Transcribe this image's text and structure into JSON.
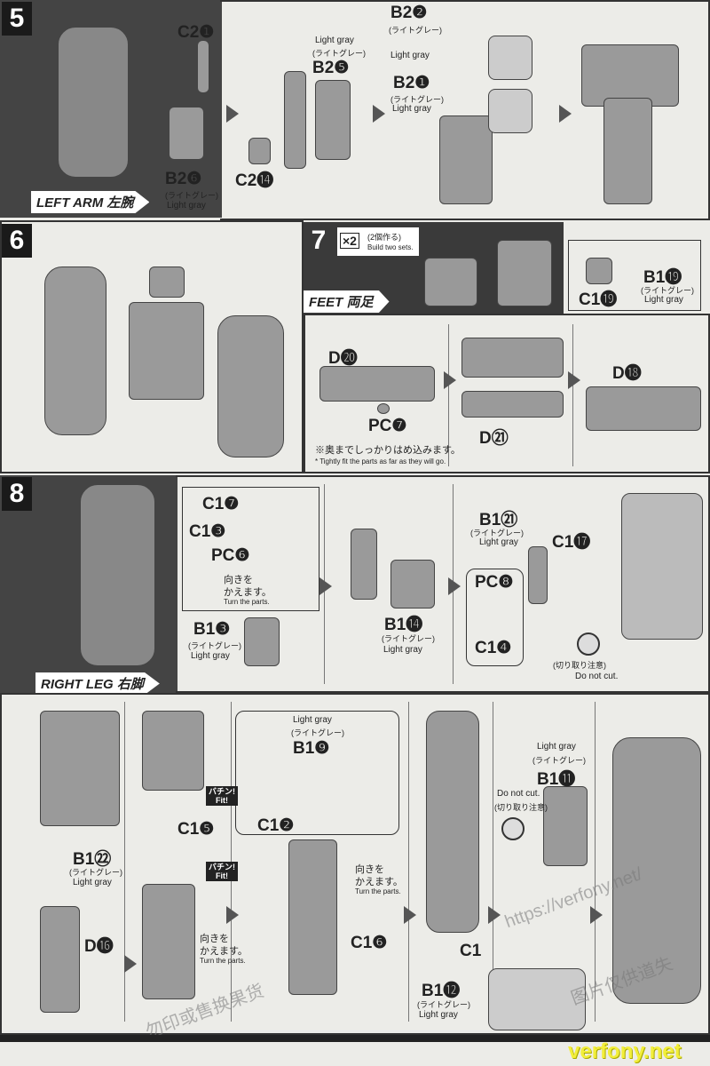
{
  "step5": {
    "num": "5",
    "title": "LEFT ARM 左腕",
    "labels": {
      "c2_1": "C2❶",
      "b2_6": "B2❻",
      "b2_6_jp": "(ライトグレー)",
      "b2_6_en": "Light gray",
      "b2_5_en": "Light gray",
      "b2_5_jp": "(ライトグレー)",
      "b2_5": "B2❺",
      "c2_14": "C2⓮",
      "b2_2": "B2❷",
      "b2_2_jp": "(ライトグレー)",
      "b2_2_en": "Light gray",
      "b2_1": "B2❶",
      "b2_1_jp": "(ライトグレー)",
      "b2_1_en": "Light gray",
      "b1_19": "B1⓳",
      "b1_19_jp": "(ライトグレー)",
      "b1_19_en": "Light gray",
      "c1_19": "C1⓳"
    }
  },
  "step6": {
    "num": "6"
  },
  "step7": {
    "num": "7",
    "multiplier": "×2",
    "make_two_jp": "(2個作る)",
    "make_two_en": "Build two sets.",
    "title": "FEET 両足",
    "labels": {
      "d20": "D⓴",
      "pc7": "PC❼",
      "d21": "D㉑",
      "d18": "D⓲"
    },
    "note_jp": "※奥までしっかりはめ込みます。",
    "note_en": "* Tightly fit the parts as far as they will go."
  },
  "step8": {
    "num": "8",
    "title": "RIGHT LEG 右脚",
    "labels": {
      "c1_7": "C1❼",
      "c1_3": "C1❸",
      "pc6": "PC❻",
      "turn_jp1": "向きを",
      "turn_jp2": "かえます。",
      "turn_en": "Turn the parts.",
      "b1_3": "B1❸",
      "b1_3_jp": "(ライトグレー)",
      "b1_3_en": "Light gray",
      "b1_14": "B1⓮",
      "b1_14_jp": "(ライトグレー)",
      "b1_14_en": "Light gray",
      "b1_21": "B1㉑",
      "b1_21_jp": "(ライトグレー)",
      "b1_21_en": "Light gray",
      "c1_17": "C1⓱",
      "pc8": "PC❽",
      "c1_4": "C1❹",
      "nocut_jp": "(切り取り注意)",
      "nocut_en": "Do not cut."
    }
  },
  "bottom": {
    "labels": {
      "b1_22": "B1㉒",
      "b1_22_jp": "(ライトグレー)",
      "b1_22_en": "Light gray",
      "d16": "D⓰",
      "c1_5": "C1❺",
      "fit_jp": "バチン!",
      "fit_en": "Fit!",
      "turn_jp1": "向きを",
      "turn_jp2": "かえます。",
      "turn_en": "Turn the parts.",
      "b1_9_en": "Light gray",
      "b1_9_jp": "(ライトグレー)",
      "b1_9": "B1❾",
      "c1_2": "C1❷",
      "c1_6": "C1❻",
      "b1_12": "B1⓬",
      "b1_12_jp": "(ライトグレー)",
      "b1_12_en": "Light gray",
      "b1_11_en": "Light gray",
      "b1_11_jp": "(ライトグレー)",
      "b1_11": "B1⓫",
      "nocut_en": "Do not cut.",
      "nocut_jp": "(切り取り注意)",
      "c1_partial": "C1"
    }
  },
  "watermark": {
    "url": "https://verfony.net/",
    "cn1": "图片仅供道失",
    "cn2": "勿印或售换果货",
    "site": "verfony.net"
  }
}
